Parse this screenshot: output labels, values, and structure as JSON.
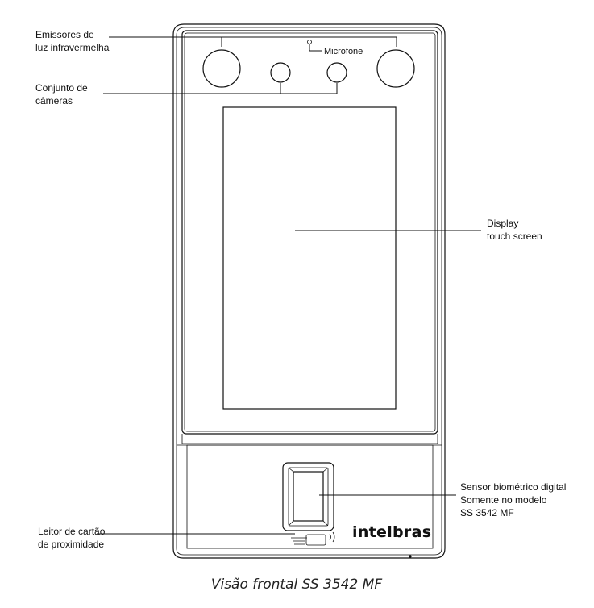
{
  "labels": {
    "infrared_line1": "Emissores de",
    "infrared_line2": "luz infravermelha",
    "microphone": "Microfone",
    "cameras_line1": "Conjunto de",
    "cameras_line2": "câmeras",
    "display_line1": "Display",
    "display_line2": "touch screen",
    "sensor_line1": "Sensor biométrico digital",
    "sensor_line2": "Somente no modelo",
    "sensor_line3": "SS 3542 MF",
    "card_line1": "Leitor de cartão",
    "card_line2": "de proximidade"
  },
  "brand": "intelbras",
  "caption": "Visão frontal SS 3542 MF"
}
